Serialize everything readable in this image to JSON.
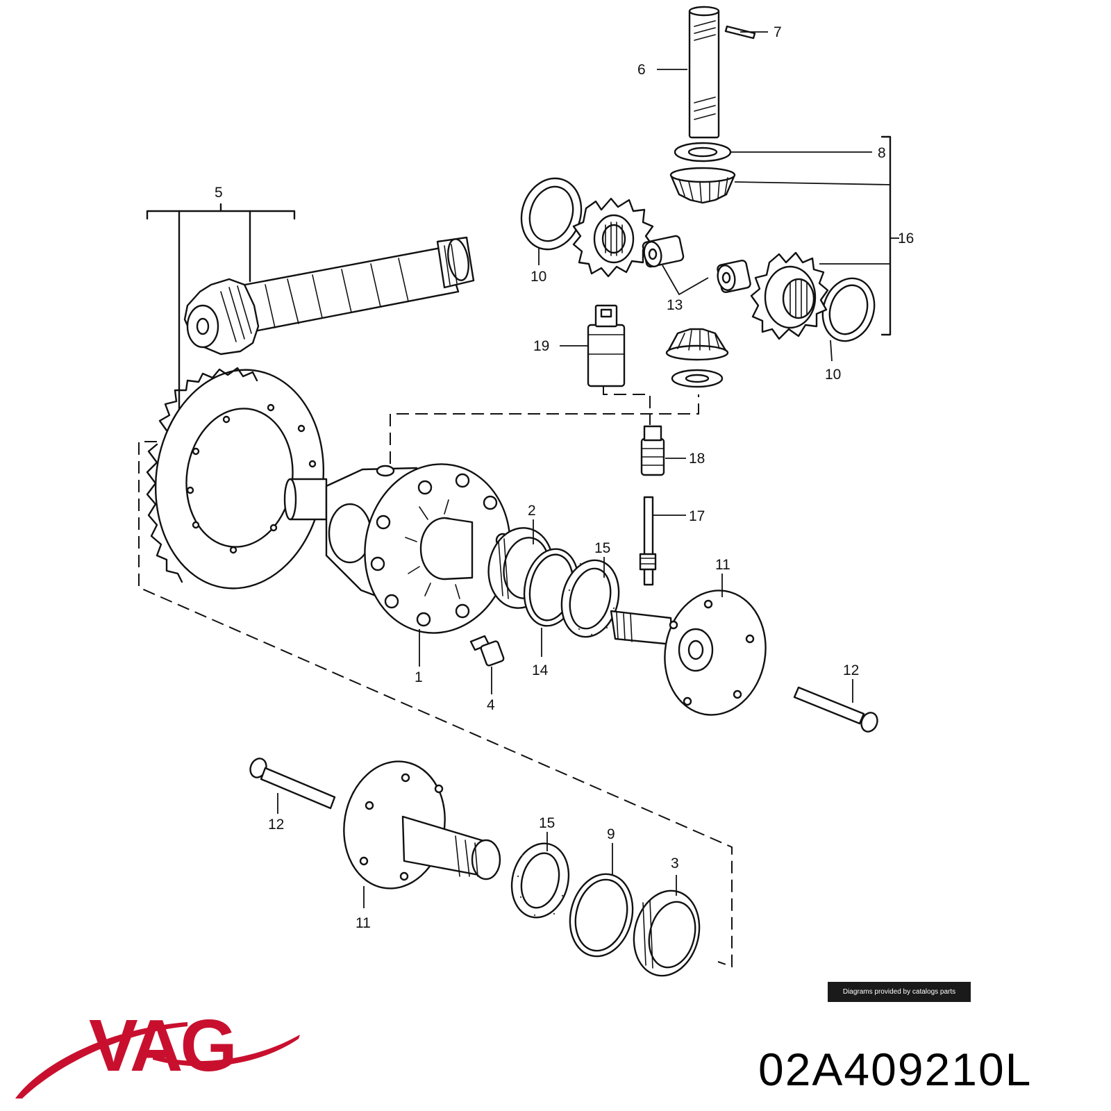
{
  "diagram": {
    "callouts": {
      "c1": "1",
      "c2": "2",
      "c3": "3",
      "c4": "4",
      "c5": "5",
      "c6": "6",
      "c7": "7",
      "c8": "8",
      "c9": "9",
      "c10a": "10",
      "c10b": "10",
      "c11a": "11",
      "c11b": "11",
      "c12a": "12",
      "c12b": "12",
      "c13": "13",
      "c14": "14",
      "c15a": "15",
      "c15b": "15",
      "c16": "16",
      "c17": "17",
      "c18": "18",
      "c19": "19"
    }
  },
  "credit": "Diagrams provided by catalogs parts",
  "brand": {
    "logo_text": "VAG",
    "logo_color": "#c8102e"
  },
  "part_number": "02A409210L"
}
